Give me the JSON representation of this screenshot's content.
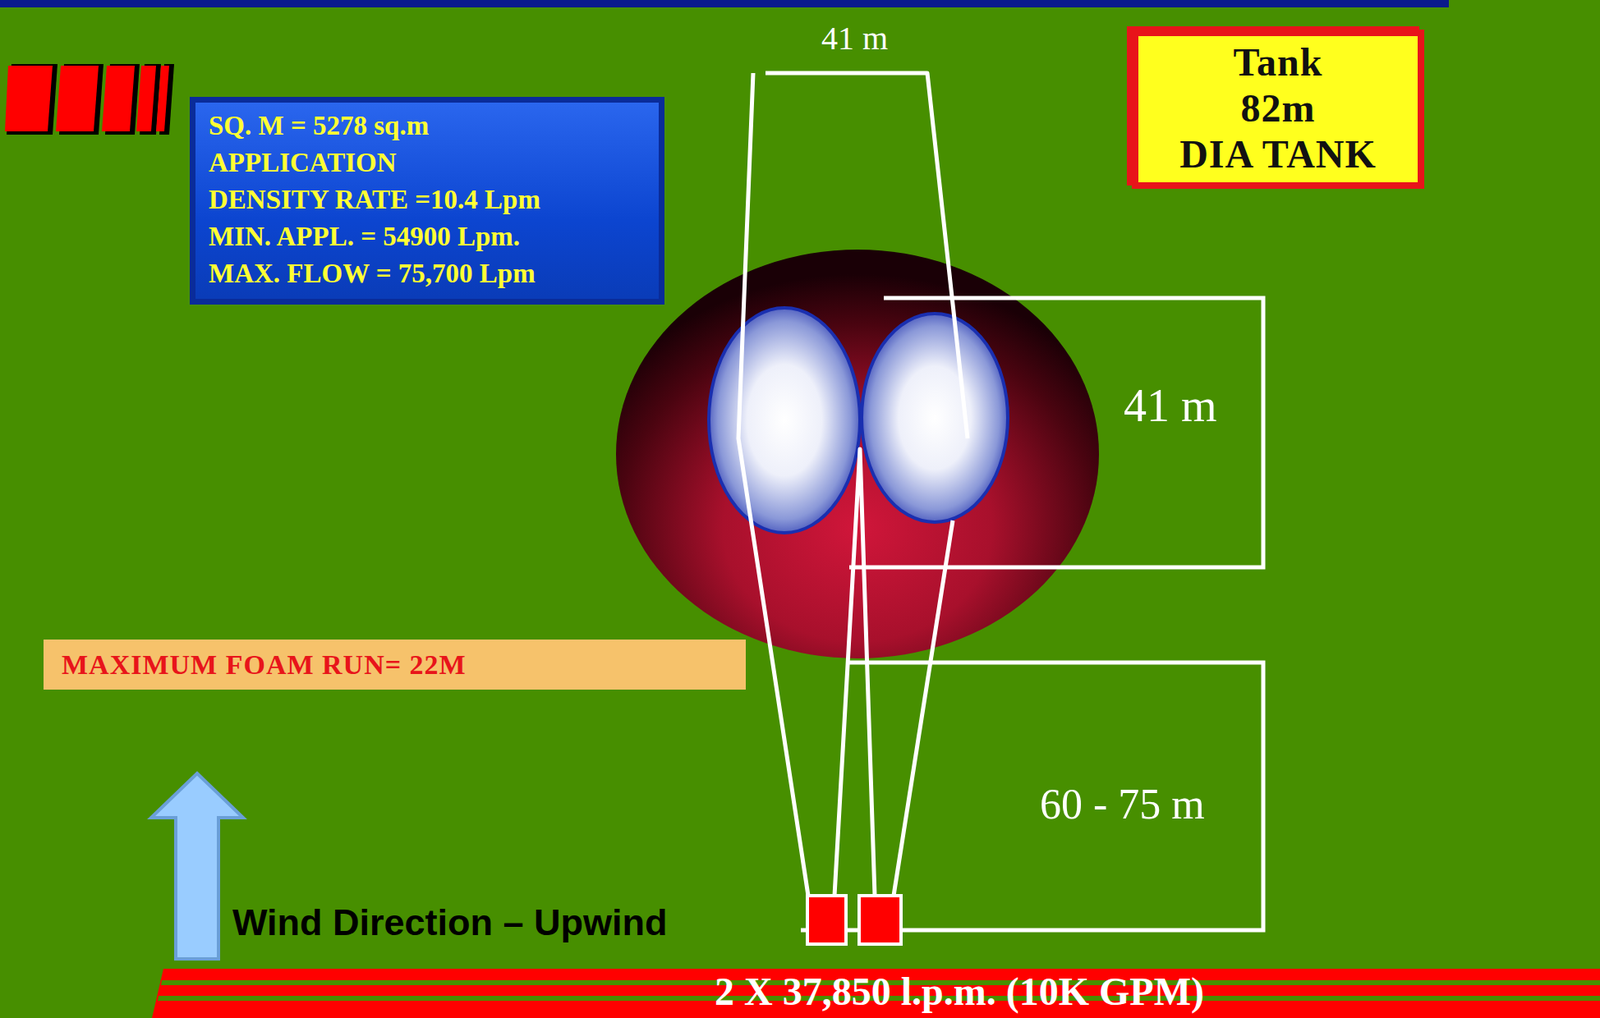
{
  "diagram": {
    "nodes": [
      {
        "text": [
          "SQ. M = 5278 sq.m",
          "APPLICATION",
          "DENSITY RATE =10.4 Lpm",
          "MIN. APPL. = 54900 Lpm.",
          "MAX. FLOW = 75,700 Lpm"
        ]
      },
      {
        "text": [
          "Tank",
          "82m",
          "DIA TANK"
        ]
      },
      {
        "text": [
          "MAXIMUM FOAM RUN= 22M"
        ]
      },
      {
        "text": [
          "2 X 37,850 l.p.m. (10K GPM)"
        ]
      }
    ],
    "labels": [
      "41 m",
      "41 m",
      "60 - 75 m",
      "Wind Direction – Upwind"
    ]
  }
}
